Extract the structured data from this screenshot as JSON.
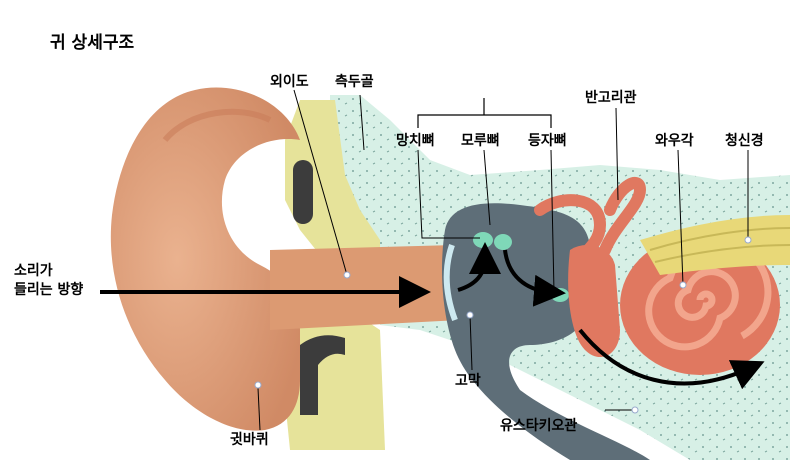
{
  "title": "귀 상세구조",
  "labels": {
    "outer_canal": "외이도",
    "temporal_bone": "측두골",
    "malleus": "망치뼈",
    "incus": "모루뼈",
    "stapes": "등자뼈",
    "semicircular_canals": "반고리관",
    "cochlea": "와우각",
    "auditory_nerve": "청신경",
    "sound_direction_line1": "소리가",
    "sound_direction_line2": "들리는 방향",
    "eardrum": "고막",
    "eustachian_tube": "유스타키오관",
    "earlobe": "귓바퀴"
  },
  "colors": {
    "skin": "#e3a47e",
    "skin_shadow": "#c97d5a",
    "bone": "#d7f0e6",
    "bone_dots": "#7fa8a0",
    "cartilage": "#e6e39a",
    "cartilage_dark": "#3c3c3c",
    "middle_ear": "#5e6e78",
    "ossicles": "#7fd8b8",
    "cochlea": "#e07860",
    "cochlea_light": "#f2a58c",
    "nerve": "#e8d878",
    "arrow": "#000000"
  }
}
